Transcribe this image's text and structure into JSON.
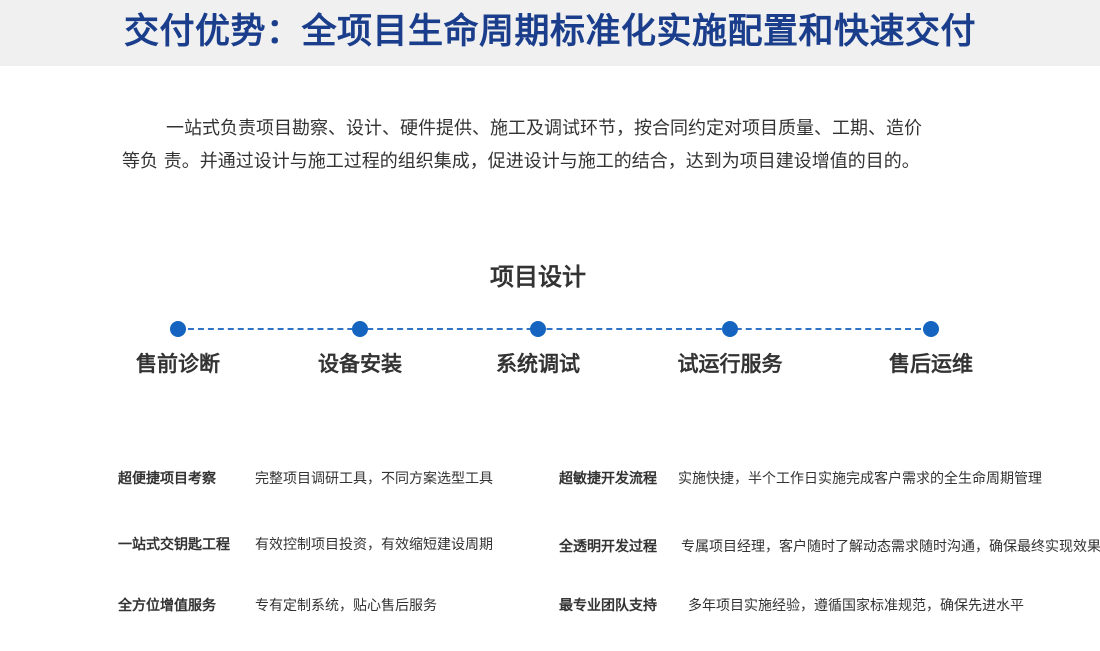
{
  "header": {
    "title": "交付优势：全项目生命周期标准化实施配置和快速交付"
  },
  "intro": {
    "line1": "一站式负责项目勘察、设计、硬件提供、施工及调试环节，按合同约定对项目质量、工期、造价",
    "line2": "等负 责。并通过设计与施工过程的组织集成，促进设计与施工的结合，达到为项目建设增值的目的。"
  },
  "section": {
    "heading": "项目设计"
  },
  "timeline": {
    "stages": [
      {
        "label": "售前诊断"
      },
      {
        "label": "设备安装"
      },
      {
        "label": "系统调试"
      },
      {
        "label": "试运行服务"
      },
      {
        "label": "售后运维"
      }
    ]
  },
  "features": {
    "left": [
      {
        "title": "超便捷项目考察",
        "desc": "完整项目调研工具，不同方案选型工具"
      },
      {
        "title": "一站式交钥匙工程",
        "desc": "有效控制项目投资，有效缩短建设周期"
      },
      {
        "title": "全方位增值服务",
        "desc": "专有定制系统，贴心售后服务"
      }
    ],
    "right": [
      {
        "title": "超敏捷开发流程",
        "desc": "实施快捷，半个工作日实施完成客户需求的全生命周期管理"
      },
      {
        "title": "全透明开发过程",
        "desc": "专属项目经理，客户随时了解动态需求随时沟通，确保最终实现效果"
      },
      {
        "title": "最专业团队支持",
        "desc": "多年项目实施经验，遵循国家标准规范，确保先进水平"
      }
    ]
  },
  "colors": {
    "title": "#1b3e8c",
    "accent": "#1565c0",
    "header_bg": "#f0f0f0",
    "text": "#333333"
  }
}
